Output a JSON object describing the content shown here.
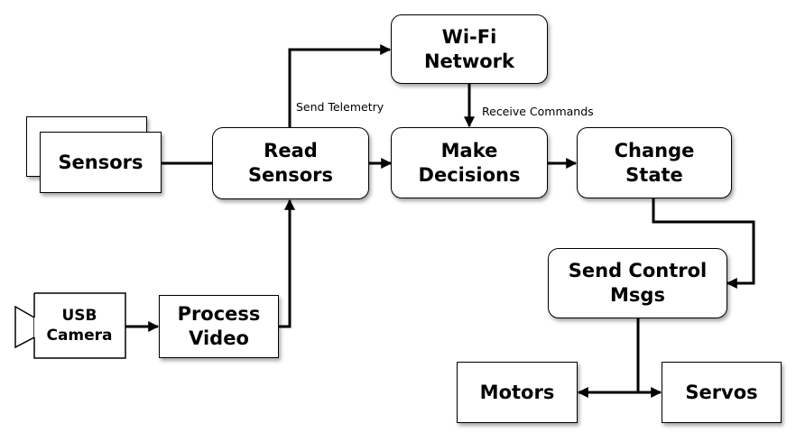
{
  "diagram": {
    "nodes": {
      "sensors": "Sensors",
      "read_sensors": "Read\nSensors",
      "wifi": "Wi-Fi\nNetwork",
      "make_decisions": "Make\nDecisions",
      "change_state": "Change\nState",
      "send_control": "Send Control\nMsgs",
      "usb_camera": "USB\nCamera",
      "process_video": "Process\nVideo",
      "motors": "Motors",
      "servos": "Servos"
    },
    "edge_labels": {
      "send_telemetry": "Send Telemetry",
      "receive_commands": "Receive Commands"
    },
    "edges": [
      {
        "from": "sensors",
        "to": "read_sensors"
      },
      {
        "from": "read_sensors",
        "to": "wifi",
        "label": "Send Telemetry"
      },
      {
        "from": "wifi",
        "to": "make_decisions",
        "label": "Receive Commands"
      },
      {
        "from": "read_sensors",
        "to": "make_decisions"
      },
      {
        "from": "make_decisions",
        "to": "change_state"
      },
      {
        "from": "change_state",
        "to": "send_control"
      },
      {
        "from": "usb_camera",
        "to": "process_video"
      },
      {
        "from": "process_video",
        "to": "read_sensors"
      },
      {
        "from": "send_control",
        "to": "motors"
      },
      {
        "from": "send_control",
        "to": "servos"
      }
    ]
  }
}
